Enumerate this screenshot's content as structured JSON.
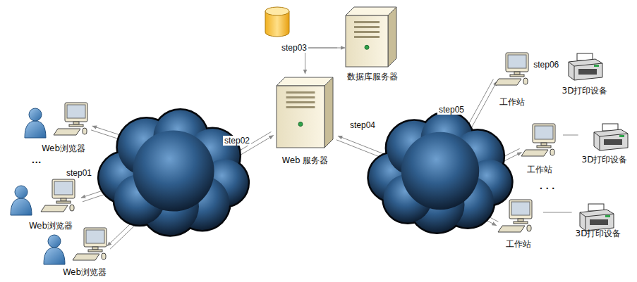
{
  "diagram": {
    "nodes": [
      {
        "text": [
          "Web浏览器"
        ]
      },
      {
        "text": [
          "Web浏览器"
        ]
      },
      {
        "text": [
          "Web浏览器"
        ]
      },
      {
        "text": [
          "数据库服务器"
        ]
      },
      {
        "text": [
          "Web 服务器"
        ]
      },
      {
        "text": [
          "工作站"
        ]
      },
      {
        "text": [
          "3D打印设备"
        ]
      },
      {
        "text": [
          "工作站"
        ]
      },
      {
        "text": [
          "3D打印设备"
        ]
      },
      {
        "text": [
          "工作站"
        ]
      },
      {
        "text": [
          "3D打印设备"
        ]
      }
    ],
    "edges": [
      {
        "from": 3,
        "to": 4,
        "arrow": "to",
        "label": "step03"
      },
      {
        "from": 5,
        "to": 6,
        "arrow": "none",
        "label": "step06"
      },
      {
        "from": 7,
        "to": 8,
        "arrow": "none"
      },
      {
        "from": 9,
        "to": 10,
        "arrow": "none"
      }
    ],
    "labels": [
      "step01",
      "step02",
      "step04",
      "step05",
      "···",
      "· · ·"
    ]
  }
}
